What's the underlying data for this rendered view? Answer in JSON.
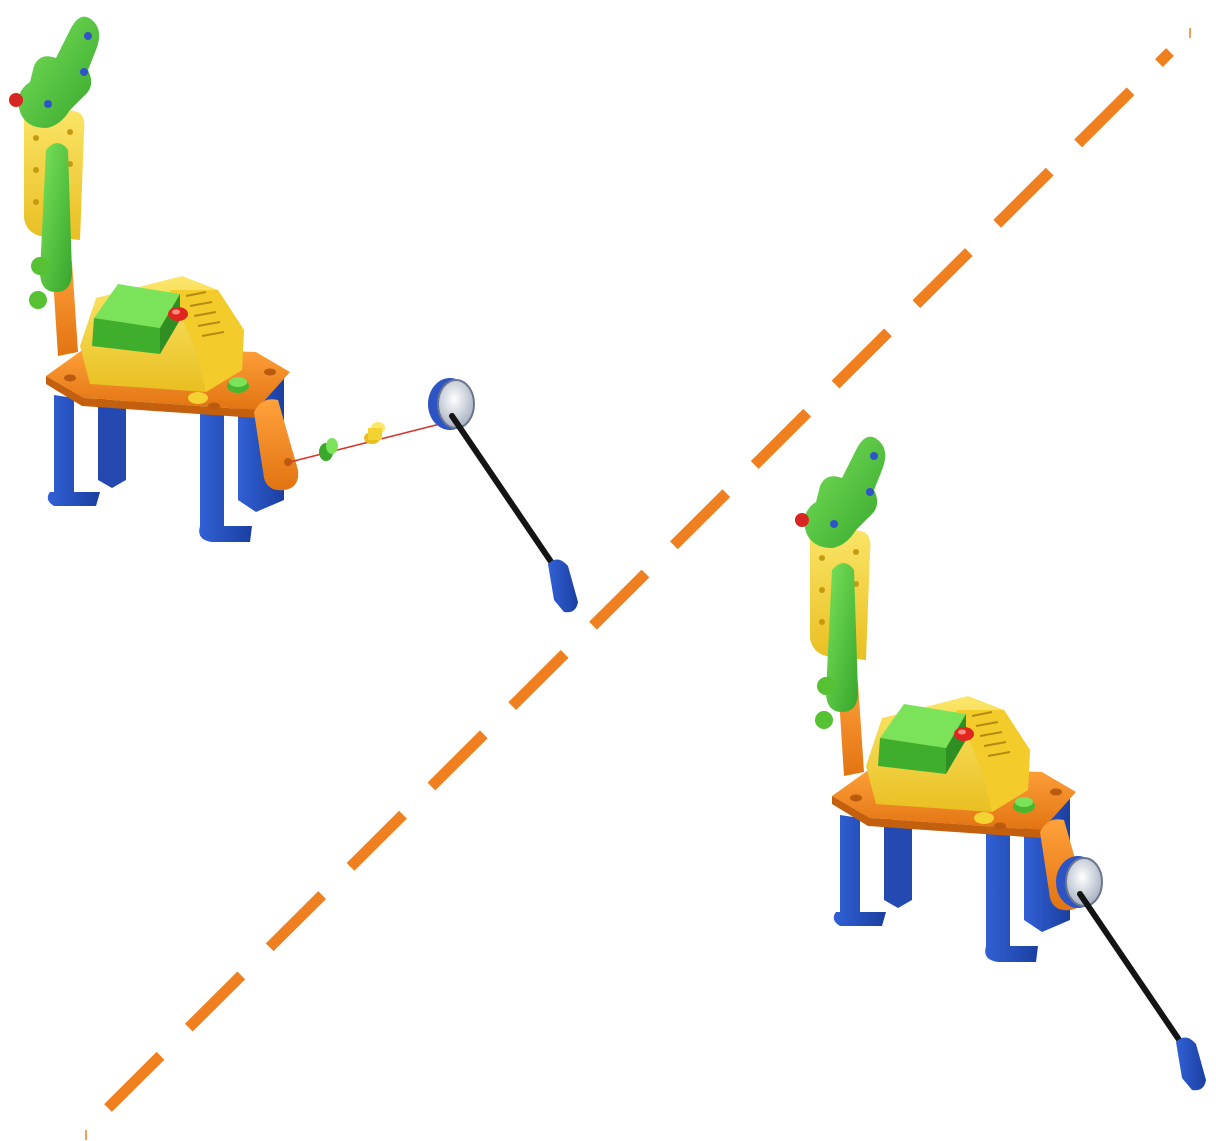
{
  "page": {
    "background": "#ffffff"
  },
  "divider": {
    "color": "#f07f1f",
    "style": "dashed diagonal"
  },
  "steps": [
    {
      "state": "exploded",
      "description_icon": "robot-assembly-exploded-icon"
    },
    {
      "state": "assembled",
      "description_icon": "robot-assembly-assembled-icon"
    }
  ],
  "parts": {
    "body_color": "#f7d23a",
    "button_color": "#e0271f",
    "lid_color": "#4cc43c",
    "leg_color": "#1f4fbf",
    "plate_color": "#f2891c",
    "neck_green": "#5dc53a",
    "neck_yellow": "#f5dd47",
    "axle_color": "#111111",
    "disc_color": "#d9dde6",
    "connector_line_color": "#d8342b"
  }
}
